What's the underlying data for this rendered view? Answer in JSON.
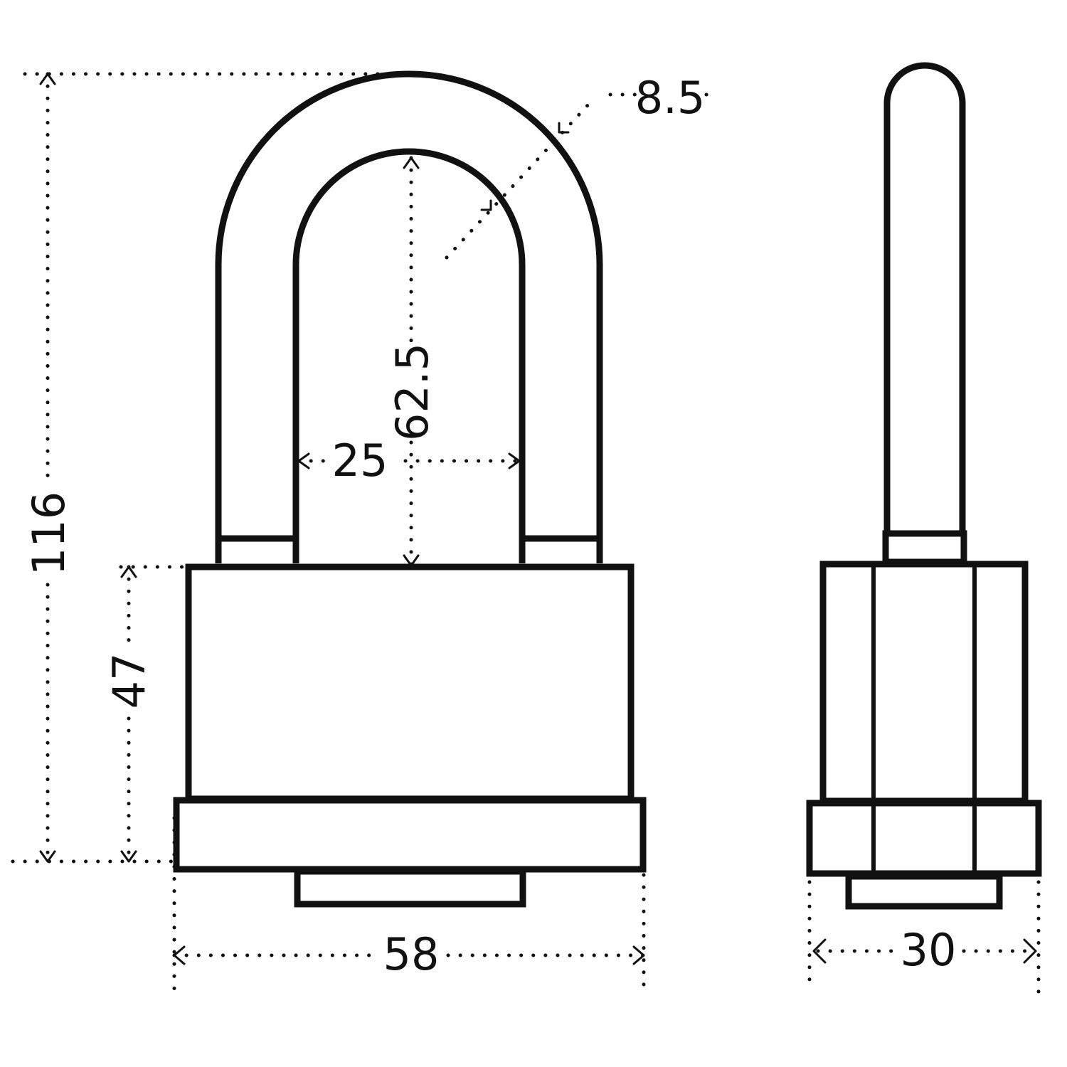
{
  "colors": {
    "line": "#111111",
    "background": "#ffffff"
  },
  "dimensions": {
    "total_height": "116",
    "body_height": "47",
    "shackle_clearance": "62.5",
    "shackle_inner_width": "25",
    "shackle_thickness": "8.5",
    "body_width": "58",
    "depth": "30"
  }
}
